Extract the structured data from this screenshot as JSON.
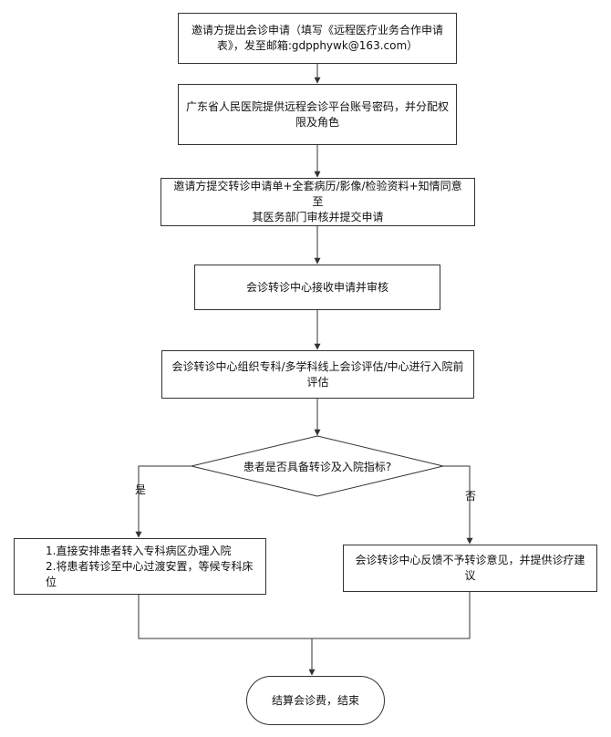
{
  "flowchart": {
    "steps": [
      {
        "line1": "邀请方提出会诊申请（填写《远程医疗业务合作申请",
        "line2": "表》，发至邮箱:gdpphywk@163.com）"
      },
      {
        "line1": "广东省人民医院提供远程会诊平台账号密码，并分配权",
        "line2": "限及角色"
      },
      {
        "line1": "邀请方提交转诊申请单+全套病历/影像/检验资料+知情同意至",
        "line2": "其医务部门审核并提交申请"
      },
      {
        "line1": "会诊转诊中心接收申请并审核"
      },
      {
        "line1": "会诊转诊中心组织专科/多学科线上会诊评估/中心进行入院前",
        "line2": "评估"
      }
    ],
    "decision": "患者是否具备转诊及入院指标?",
    "yes_label": "是",
    "no_label": "否",
    "yes_result": {
      "line1": "1.直接安排患者转入专科病区办理入院",
      "line2": "2.将患者转诊至中心过渡安置，等候专科床位"
    },
    "no_result": "会诊转诊中心反馈不予转诊意见，并提供诊疗建议",
    "end": "结算会诊费，结束"
  }
}
